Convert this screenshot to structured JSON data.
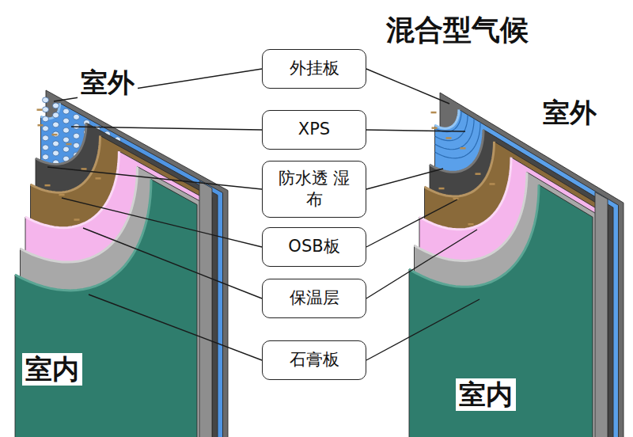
{
  "diagram": {
    "title": "混合型气候",
    "nodes": [
      {
        "text": [
          "外挂板"
        ]
      },
      {
        "text": [
          "XPS"
        ]
      },
      {
        "text": [
          "防水透 湿布"
        ]
      },
      {
        "text": [
          "OSB板"
        ]
      },
      {
        "text": [
          "保温层"
        ]
      },
      {
        "text": [
          "石膏板"
        ]
      }
    ],
    "labels": [
      "室外",
      "室外",
      "室内",
      "室内"
    ]
  }
}
